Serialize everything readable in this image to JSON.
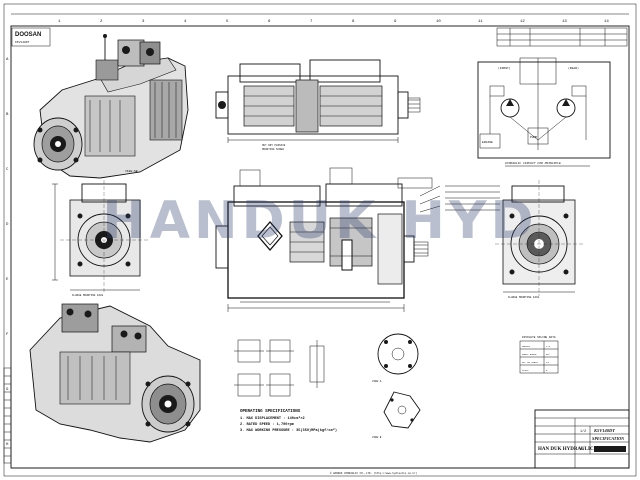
{
  "sheet": {
    "top_left_logo": "DOOSAN",
    "top_left_code": "K5V140DT",
    "grid_numbers_top": [
      "1",
      "2",
      "3",
      "4",
      "5",
      "6",
      "7",
      "8",
      "9",
      "10",
      "11",
      "12",
      "13",
      "14"
    ],
    "grid_letters_side": [
      "A",
      "B",
      "C",
      "D",
      "E",
      "F",
      "G",
      "H"
    ]
  },
  "views": {
    "side_view_label": "VIEW-SB",
    "top_label_1": "OUT DRY PASSIVE",
    "top_label_2": "MOUNTING SCREW",
    "flange_label": "FLANGE MOUNTING FACE",
    "flange_label_2": "FLANGE MOUNTING FACE",
    "view_a": "VIEW A",
    "view_b": "VIEW B"
  },
  "circuit": {
    "title": "HYDRAULIC CIRCUIT FOR PRINCIPLE",
    "label_front": "(FRONT)",
    "label_rear": "(REAR)",
    "engine": "ENGINE",
    "pump": "PUMP"
  },
  "spline_table": {
    "title": "INVOLUTE SPLINE DATA",
    "rows": [
      [
        "MODULE",
        "2.5"
      ],
      [
        "PRESS ANGLE",
        "30°"
      ],
      [
        "NO. OF TEETH",
        "14"
      ],
      [
        "CLASS",
        "5"
      ]
    ]
  },
  "operating_specs": {
    "heading": "OPERATING SPECIFICATIONS",
    "lines": [
      "1. MAX DISPLACEMENT : 140cm³×2",
      "2. RATED SPEED : 1,700rpm",
      "3. MAX WORKING PRESSURE : 35(350)MPa(kgf/cm²)"
    ]
  },
  "title_block": {
    "company": "HAN DUK HYDRAULIC",
    "model": "K5V140DT",
    "doc_type": "SPECIFICATION",
    "scale": "1/2",
    "size": "A1",
    "footer": "© HANDUK HYDRAULIC CO.,LTD. (http://www.hydraulic.co.kr)"
  },
  "watermark": "HANDUK HYD"
}
